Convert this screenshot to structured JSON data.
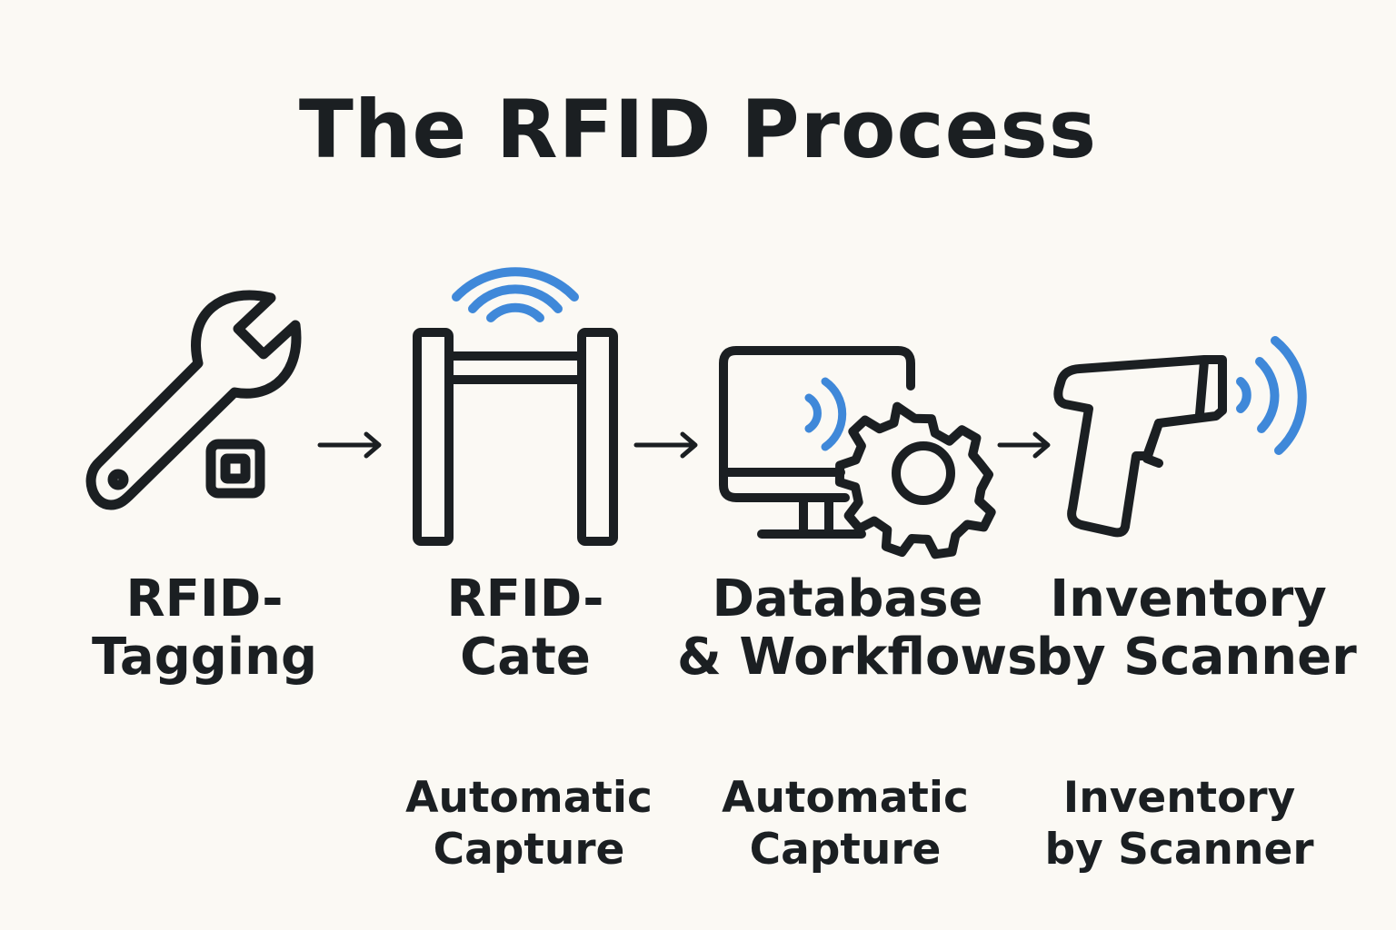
{
  "title": "The RFID Process",
  "colors": {
    "background": "#fbf9f4",
    "ink": "#1b1f22",
    "signal": "#3f88d9"
  },
  "steps": [
    {
      "icon": "wrench-tag-icon",
      "label_line1": "RFID-",
      "label_line2": "Tagging"
    },
    {
      "icon": "rfid-gate-icon",
      "label_line1": "RFID-",
      "label_line2": "Cate",
      "sub_line1": "Automatic",
      "sub_line2": "Capture"
    },
    {
      "icon": "monitor-gear-icon",
      "label_line1": "Database",
      "label_line2": "& Workflows",
      "sub_line1": "Automatic",
      "sub_line2": "Capture"
    },
    {
      "icon": "handheld-scanner-icon",
      "label_line1": "Inventory",
      "label_line2": "by Scanner",
      "sub_line1": "Inventory",
      "sub_line2": "by Scanner"
    }
  ],
  "connectors": [
    "arrow-right-icon",
    "arrow-right-icon",
    "arrow-right-icon"
  ]
}
